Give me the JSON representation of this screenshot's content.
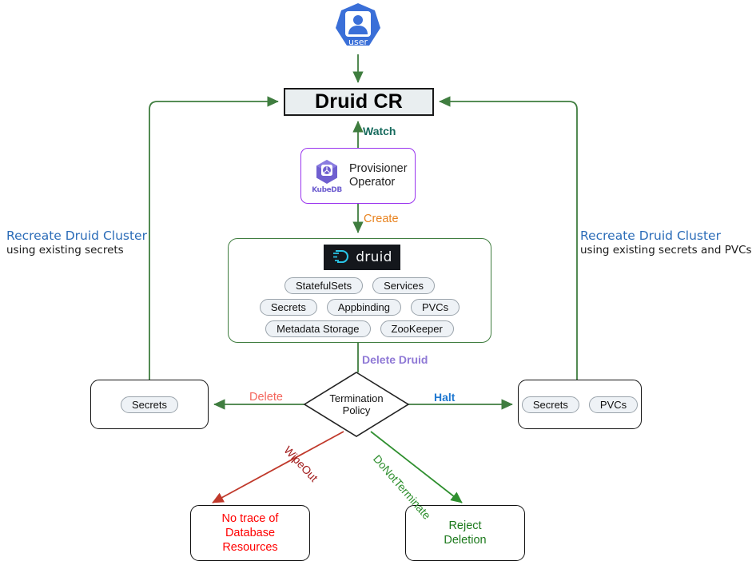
{
  "diagram": {
    "title": "Druid CR lifecycle and termination policy flow"
  },
  "user": {
    "icon": "kubernetes-user-icon",
    "label": "user"
  },
  "druid_cr": {
    "label": "Druid CR"
  },
  "operator": {
    "logo_icon": "kubedb-logo-icon",
    "logo_word": "KubeDB",
    "line1": "Provisioner",
    "line2": "Operator"
  },
  "cluster": {
    "logo_icon": "druid-logo-icon",
    "logo_word": "druid",
    "rows": [
      [
        "StatefulSets",
        "Services"
      ],
      [
        "Secrets",
        "Appbinding",
        "PVCs"
      ],
      [
        "Metadata Storage",
        "ZooKeeper"
      ]
    ]
  },
  "diamond": {
    "line1": "Termination",
    "line2": "Policy"
  },
  "edges": {
    "watch": "Watch",
    "create": "Create",
    "delete_druid": "Delete Druid",
    "delete": "Delete",
    "halt": "Halt",
    "wipeout": "WipeOut",
    "do_not_terminate": "DoNotTerminate"
  },
  "left_box": {
    "items": [
      "Secrets"
    ]
  },
  "right_box": {
    "items": [
      "Secrets",
      "PVCs"
    ]
  },
  "wipeout_box": {
    "line1": "No trace of",
    "line2": "Database",
    "line3": "Resources"
  },
  "reject_box": {
    "line1": "Reject",
    "line2": "Deletion"
  },
  "side_left": {
    "line1": "Recreate Druid Cluster",
    "line2": "using existing secrets"
  },
  "side_right": {
    "line1": "Recreate Druid Cluster",
    "line2": "using existing secrets and PVCs"
  },
  "colors": {
    "edge_green": "#3f7d3f",
    "accent_blue": "#2b6cb8",
    "kubernetes_blue": "#3a6fd8",
    "operator_purple": "#9933ee",
    "create_orange": "#e8821e",
    "delete_red": "#f4655c",
    "halt_blue": "#1f78d1",
    "delete_druid_purple": "#8f79d6",
    "wipeout_red": "#a01a1a",
    "donot_green": "#2f8f2f",
    "watch_teal": "#176b5e",
    "druid_cyan": "#29c5e6",
    "box_fill": "#e9eef0"
  }
}
